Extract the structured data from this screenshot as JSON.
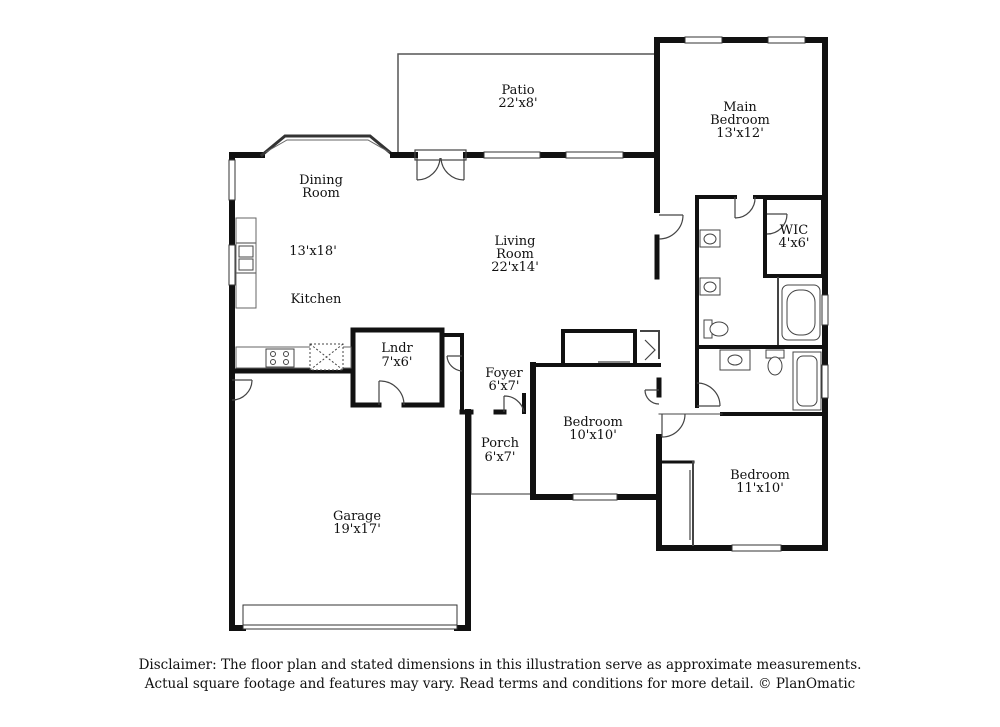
{
  "rooms": {
    "patio": {
      "name": "Patio",
      "dims": "22'x8'"
    },
    "main_bedroom": {
      "name_line1": "Main",
      "name_line2": "Bedroom",
      "dims": "13'x12'"
    },
    "dining": {
      "name_line1": "Dining",
      "name_line2": "Room"
    },
    "kitchen": {
      "dims": "13'x18'",
      "name": "Kitchen"
    },
    "living": {
      "name_line1": "Living",
      "name_line2": "Room",
      "dims": "22'x14'"
    },
    "wic": {
      "name": "WIC",
      "dims": "4'x6'"
    },
    "laundry": {
      "name": "Lndr",
      "dims": "7'x6'"
    },
    "foyer": {
      "name": "Foyer",
      "dims": "6'x7'"
    },
    "porch": {
      "name": "Porch",
      "dims": "6'x7'"
    },
    "bedroom_center": {
      "name": "Bedroom",
      "dims": "10'x10'"
    },
    "bedroom_right": {
      "name": "Bedroom",
      "dims": "11'x10'"
    },
    "garage": {
      "name": "Garage",
      "dims": "19'x17'"
    }
  },
  "disclaimer": {
    "line1": "Disclaimer: The floor plan and stated dimensions in this illustration serve as approximate measurements.",
    "line2": "Actual square footage and features may vary. Read terms and conditions for more detail. © PlanOmatic"
  }
}
